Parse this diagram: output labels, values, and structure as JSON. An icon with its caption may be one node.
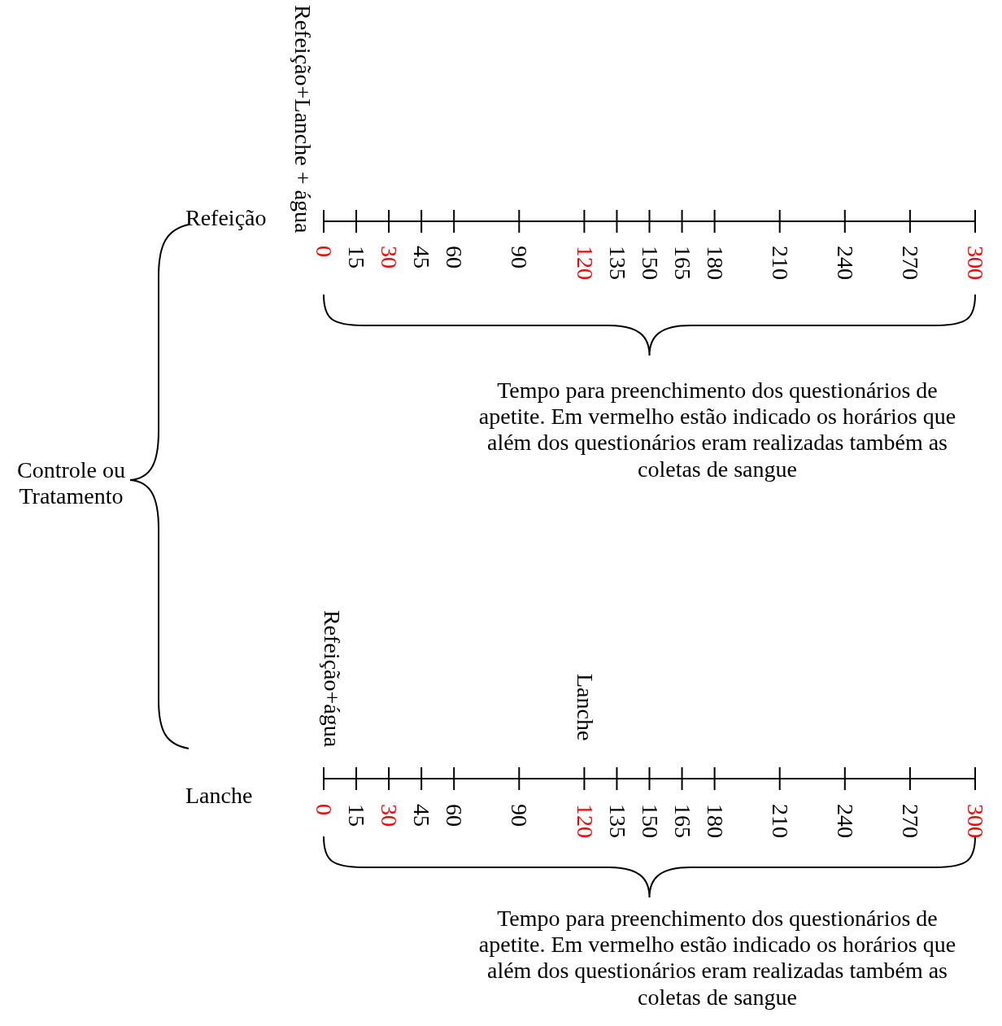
{
  "diagram": {
    "labels": [
      "Refeição+Lanche + água",
      "Refeição",
      "0",
      "15",
      "30",
      "45",
      "60",
      "90",
      "120",
      "135",
      "150",
      "165",
      "180",
      "210",
      "240",
      "270",
      "300",
      "Tempo para preenchimento dos questionários de apetite. Em vermelho estão indicado os horários que além dos questionários eram realizadas também as coletas de sangue",
      "Controle ou Tratamento",
      "Refeição+água",
      "Lanche",
      "Lanche",
      "0",
      "15",
      "30",
      "45",
      "60",
      "90",
      "120",
      "135",
      "150",
      "165",
      "180",
      "210",
      "240",
      "270",
      "300",
      "Tempo para preenchimento dos questionários de apetite. Em vermelho estão indicado os horários que além dos questionários eram realizadas também as coletas de sangue"
    ]
  }
}
